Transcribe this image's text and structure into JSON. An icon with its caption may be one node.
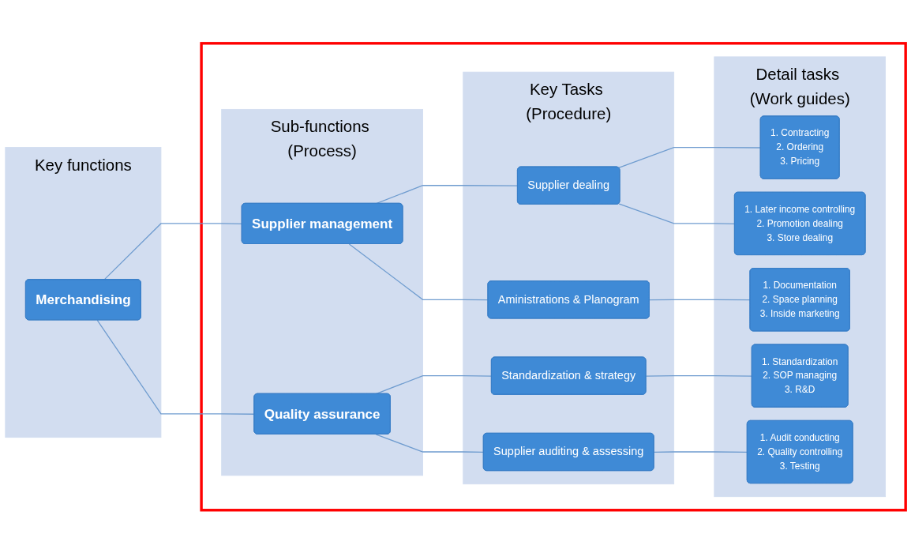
{
  "diagram": {
    "nodes": [
      {
        "text": [
          "Key functions"
        ]
      },
      {
        "text": [
          "Merchandising"
        ],
        "in": 0
      },
      {
        "text": [],
        "shape": "box"
      },
      {
        "text": [
          "Sub-functions (Process)"
        ],
        "in": 2
      },
      {
        "text": [
          "Supplier management"
        ],
        "in": 3
      },
      {
        "text": [
          "Quality assurance"
        ],
        "in": 3
      },
      {
        "text": [
          "Key Tasks (Procedure)"
        ],
        "in": 2
      },
      {
        "text": [
          "Supplier dealing"
        ],
        "in": 6
      },
      {
        "text": [
          "Aministrations & Planogram"
        ],
        "in": 6
      },
      {
        "text": [
          "Standardization & strategy"
        ],
        "in": 6
      },
      {
        "text": [
          "Supplier auditing & assessing"
        ],
        "in": 6
      },
      {
        "text": [
          "Detail tasks (Work guides)"
        ],
        "in": 2
      },
      {
        "text": [
          "1. Contracting",
          "2. Ordering",
          "3. Pricing"
        ],
        "in": 11
      },
      {
        "text": [
          "1. Later income controlling",
          "2. Promotion dealing",
          "3. Store dealing"
        ],
        "in": 11
      },
      {
        "text": [
          "1. Documentation",
          "2. Space planning",
          "3. Inside marketing"
        ],
        "in": 11
      },
      {
        "text": [
          "1. Standardization",
          "2. SOP managing",
          "3. R&D"
        ],
        "in": 11
      },
      {
        "text": [
          "1. Audit conducting",
          "2. Quality controlling",
          "3. Testing"
        ],
        "in": 11
      }
    ],
    "edges": [
      {
        "from": 1,
        "to": 4,
        "arrow": "none"
      },
      {
        "from": 1,
        "to": 5,
        "arrow": "none"
      },
      {
        "from": 4,
        "to": 7,
        "arrow": "none"
      },
      {
        "from": 4,
        "to": 8,
        "arrow": "none"
      },
      {
        "from": 5,
        "to": 9,
        "arrow": "none"
      },
      {
        "from": 5,
        "to": 10,
        "arrow": "none"
      },
      {
        "from": 7,
        "to": 12,
        "arrow": "none"
      },
      {
        "from": 7,
        "to": 13,
        "arrow": "none"
      },
      {
        "from": 8,
        "to": 14,
        "arrow": "none"
      },
      {
        "from": 9,
        "to": 15,
        "arrow": "none"
      },
      {
        "from": 10,
        "to": 16,
        "arrow": "none"
      }
    ]
  }
}
